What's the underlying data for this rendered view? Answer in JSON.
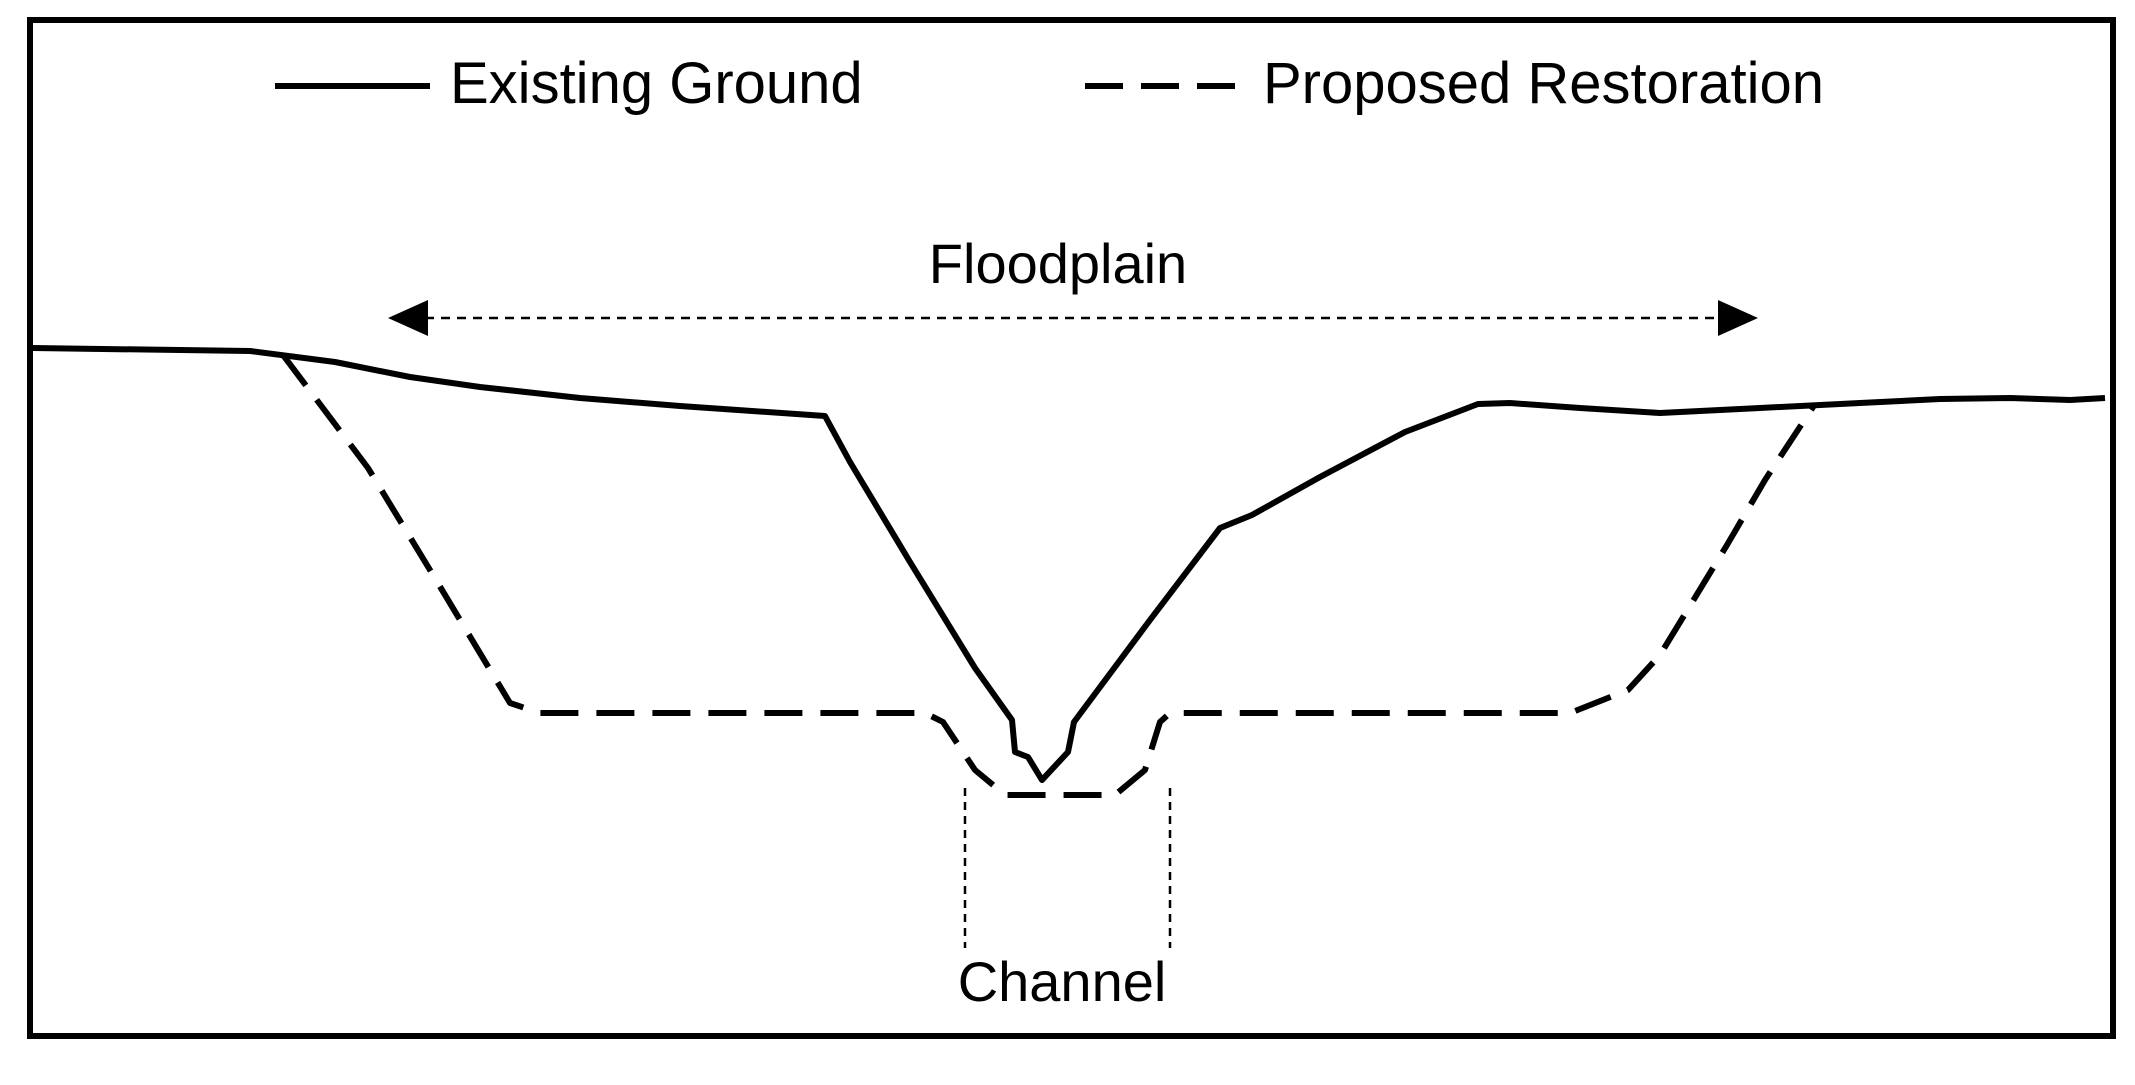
{
  "diagram": {
    "legend": {
      "existing_label": "Existing Ground",
      "proposed_label": "Proposed Restoration"
    },
    "labels": {
      "floodplain": "Floodplain",
      "channel": "Channel"
    },
    "colors": {
      "line": "#000000",
      "background": "#ffffff"
    }
  }
}
